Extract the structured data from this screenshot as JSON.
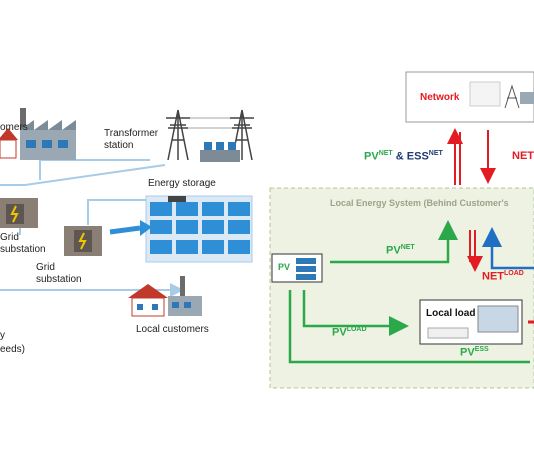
{
  "left": {
    "labels": {
      "customers_partial": "omers",
      "transformer": "Transformer\nstation",
      "energy_storage": "Energy storage",
      "grid_substation_1": "Grid\nsubstation",
      "grid_substation_2": "Grid\nsubstation",
      "local_customers": "Local customers",
      "partial_y": "y",
      "partial_needs": "eeds)"
    }
  },
  "right": {
    "system_title": "Local Energy System (Behind Customer's",
    "network": "Network",
    "pv_box": "PV",
    "local_load": "Local load",
    "flows": {
      "pvnet_essnet": {
        "a": "PV",
        "a_sup": "NET",
        "amp": "&",
        "b": "ESS",
        "b_sup": "NET"
      },
      "net_top": "NET",
      "pvnet": {
        "base": "PV",
        "sup": "NET"
      },
      "netload": {
        "base": "NET",
        "sup": "LOAD"
      },
      "pvload": {
        "base": "PV",
        "sup": "LOAD"
      },
      "pvess": {
        "base": "PV",
        "sup": "ESS"
      }
    }
  },
  "colors": {
    "green_arrow": "#2aa84a",
    "red_arrow": "#e31b23",
    "blue_arrow": "#1f6fc5",
    "light_blue_line": "#a8cce8",
    "system_bg": "#eef2e3",
    "system_border": "#b7c49a"
  }
}
